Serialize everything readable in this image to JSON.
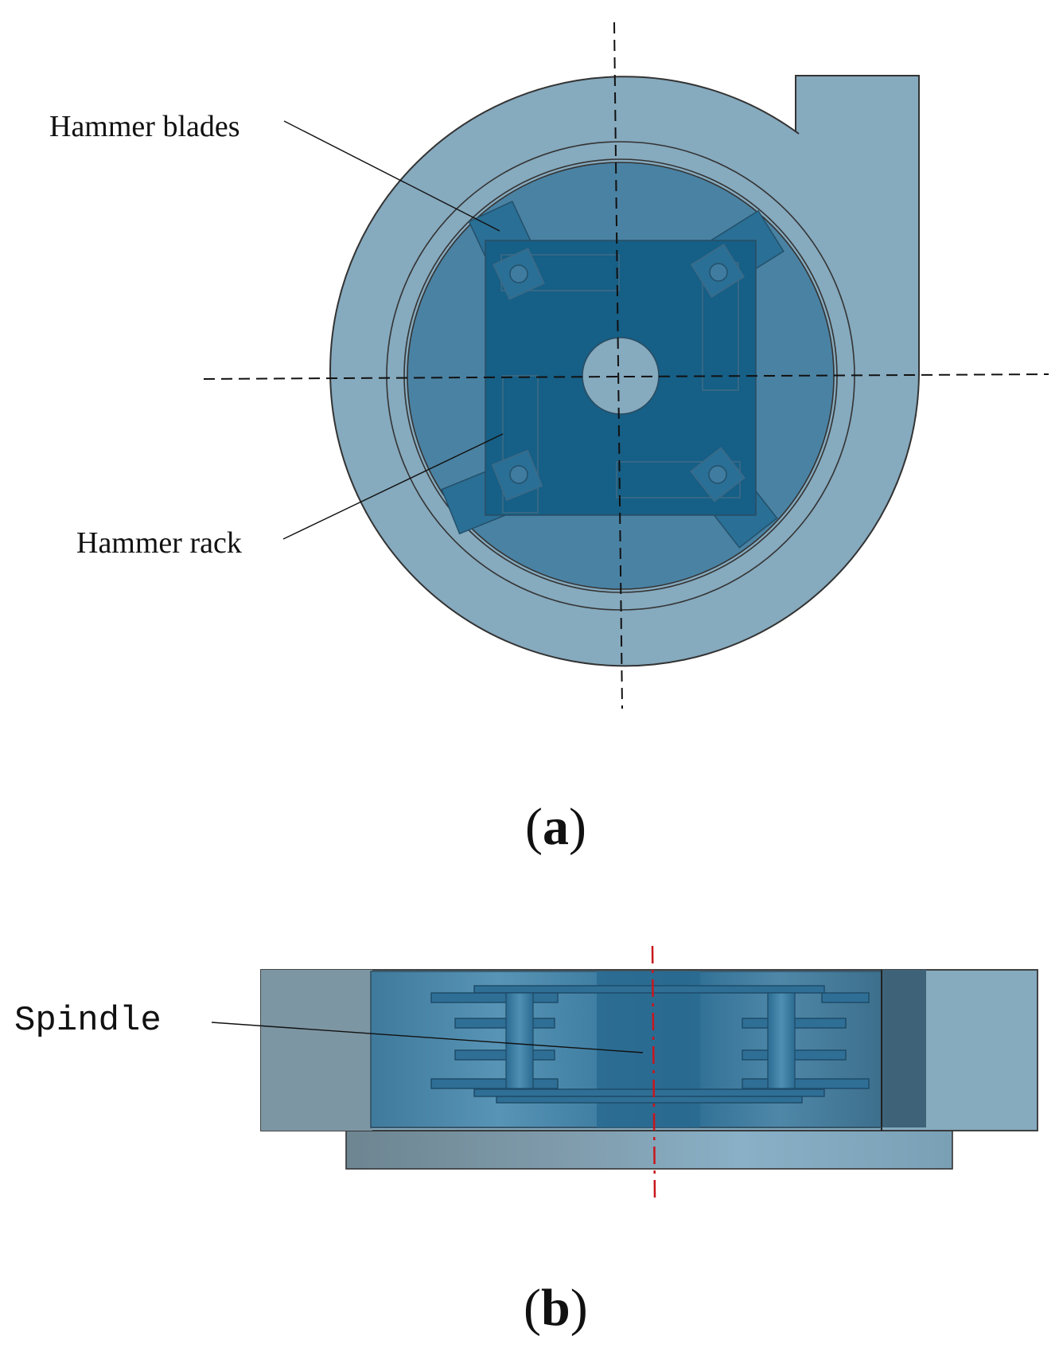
{
  "panel_a": {
    "label_open": "(",
    "label_letter": "a",
    "label_close": ")",
    "callouts": {
      "hammer_blades": "Hammer blades",
      "hammer_rack": "Hammer rack"
    }
  },
  "panel_b": {
    "label_open": "(",
    "label_letter": "b",
    "label_close": ")",
    "callouts": {
      "spindle": "Spindle"
    }
  },
  "colors": {
    "casing": "#86aabe",
    "rotor_disc": "#4a82a3",
    "rack": "#165f86",
    "blade": "#2a6f95",
    "axis_line": "#111111",
    "center_axis_red": "#c8161d"
  }
}
